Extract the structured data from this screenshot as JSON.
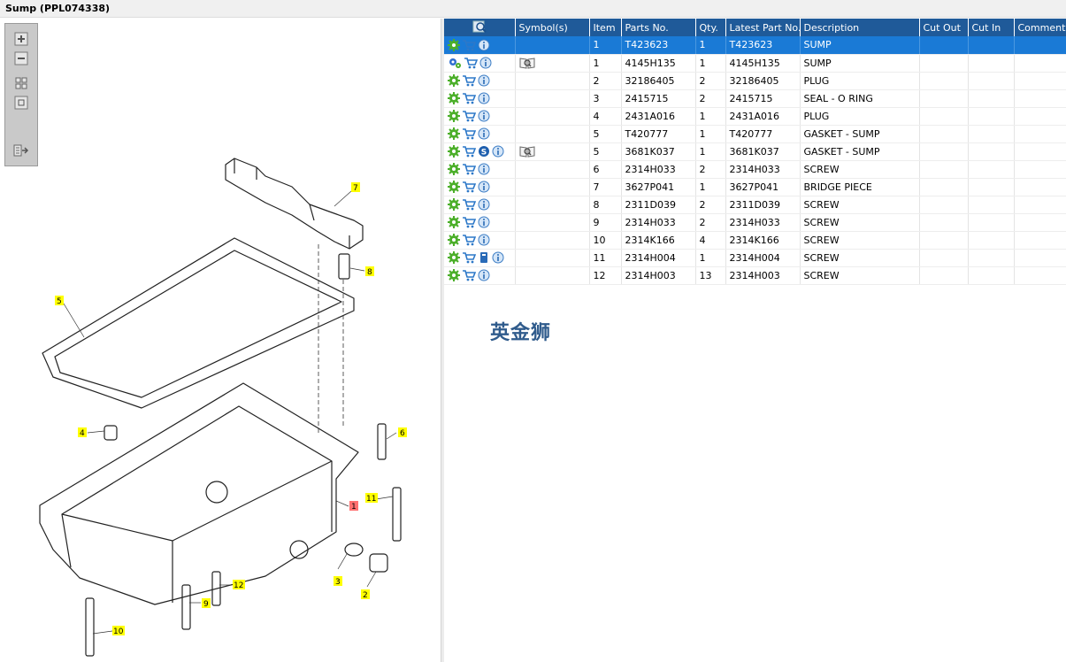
{
  "window": {
    "title": "Sump (PPL074338)"
  },
  "toolbox": {
    "tools": [
      "zoom-in-icon",
      "zoom-out-icon",
      "fit-all-icon",
      "actual-size-icon",
      "export-icon"
    ]
  },
  "diagram": {
    "callouts": [
      {
        "label": "7"
      },
      {
        "label": "8"
      },
      {
        "label": "5"
      },
      {
        "label": "4"
      },
      {
        "label": "6"
      },
      {
        "label": "1"
      },
      {
        "label": "11"
      },
      {
        "label": "3"
      },
      {
        "label": "2"
      },
      {
        "label": "12"
      },
      {
        "label": "9"
      },
      {
        "label": "10"
      }
    ]
  },
  "table": {
    "columns": [
      "Symbol(s)",
      "Item",
      "Parts No.",
      "Qty.",
      "Latest Part No.",
      "Description",
      "Cut Out",
      "Cut In",
      "Comment"
    ],
    "rows": [
      {
        "item": "1",
        "part": "T423623",
        "qty": "1",
        "latest": "T423623",
        "desc": "SUMP",
        "selected": true,
        "icons": [
          "gear",
          "cart",
          "info"
        ],
        "symbol": ""
      },
      {
        "item": "1",
        "part": "4145H135",
        "qty": "1",
        "latest": "4145H135",
        "desc": "SUMP",
        "icons": [
          "gears",
          "cart",
          "info"
        ],
        "symbol": "book"
      },
      {
        "item": "2",
        "part": "32186405",
        "qty": "2",
        "latest": "32186405",
        "desc": "PLUG",
        "icons": [
          "gear",
          "cart",
          "info"
        ],
        "symbol": ""
      },
      {
        "item": "3",
        "part": "2415715",
        "qty": "2",
        "latest": "2415715",
        "desc": "SEAL - O RING",
        "icons": [
          "gear",
          "cart",
          "info"
        ],
        "symbol": ""
      },
      {
        "item": "4",
        "part": "2431A016",
        "qty": "1",
        "latest": "2431A016",
        "desc": "PLUG",
        "icons": [
          "gear",
          "cart",
          "info"
        ],
        "symbol": ""
      },
      {
        "item": "5",
        "part": "T420777",
        "qty": "1",
        "latest": "T420777",
        "desc": "GASKET - SUMP",
        "icons": [
          "gear",
          "cart",
          "info"
        ],
        "symbol": ""
      },
      {
        "item": "5",
        "part": "3681K037",
        "qty": "1",
        "latest": "3681K037",
        "desc": "GASKET - SUMP",
        "icons": [
          "gear",
          "cart",
          "s",
          "info"
        ],
        "symbol": "book"
      },
      {
        "item": "6",
        "part": "2314H033",
        "qty": "2",
        "latest": "2314H033",
        "desc": "SCREW",
        "icons": [
          "gear",
          "cart",
          "info"
        ],
        "symbol": ""
      },
      {
        "item": "7",
        "part": "3627P041",
        "qty": "1",
        "latest": "3627P041",
        "desc": "BRIDGE PIECE",
        "icons": [
          "gear",
          "cart",
          "info"
        ],
        "symbol": ""
      },
      {
        "item": "8",
        "part": "2311D039",
        "qty": "2",
        "latest": "2311D039",
        "desc": "SCREW",
        "icons": [
          "gear",
          "cart",
          "info"
        ],
        "symbol": ""
      },
      {
        "item": "9",
        "part": "2314H033",
        "qty": "2",
        "latest": "2314H033",
        "desc": "SCREW",
        "icons": [
          "gear",
          "cart",
          "info"
        ],
        "symbol": ""
      },
      {
        "item": "10",
        "part": "2314K166",
        "qty": "4",
        "latest": "2314K166",
        "desc": "SCREW",
        "icons": [
          "gear",
          "cart",
          "info"
        ],
        "symbol": ""
      },
      {
        "item": "11",
        "part": "2314H004",
        "qty": "1",
        "latest": "2314H004",
        "desc": "SCREW",
        "icons": [
          "gear",
          "cart",
          "manual",
          "info"
        ],
        "symbol": ""
      },
      {
        "item": "12",
        "part": "2314H003",
        "qty": "13",
        "latest": "2314H003",
        "desc": "SCREW",
        "icons": [
          "gear",
          "cart",
          "info"
        ],
        "symbol": ""
      }
    ]
  },
  "watermark": {
    "text": "英金狮"
  },
  "colors": {
    "header": "#1f5a99",
    "selected": "#1a7ad6",
    "callout": "#ffff00",
    "callout_main": "#ff7070"
  }
}
